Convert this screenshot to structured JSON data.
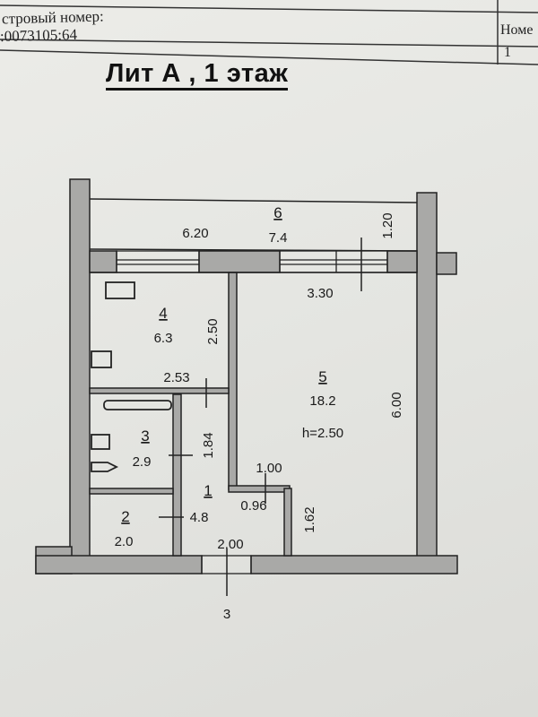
{
  "header": {
    "cadastral_label": "стровый номер:",
    "cadastral_value": ":0073105:64",
    "right_col_label": "Номе",
    "right_col_value": "1"
  },
  "title": "Лит А ,  1 этаж",
  "plan": {
    "rooms": [
      {
        "number": "1",
        "area": "4.8"
      },
      {
        "number": "2",
        "area": "2.0"
      },
      {
        "number": "3",
        "area": "2.9"
      },
      {
        "number": "4",
        "area": "6.3"
      },
      {
        "number": "5",
        "area": "18.2"
      },
      {
        "number": "6",
        "area": "7.4"
      }
    ],
    "ceiling_height": "h=2.50",
    "dimensions": {
      "balcony_length": "6.20",
      "balcony_width": "1.20",
      "room5_width": "3.30",
      "room5_length": "6.00",
      "room4_height": "2.50",
      "room4_width": "2.53",
      "room3_height": "1.84",
      "niche_width": "1.00",
      "niche_depth": "0.96",
      "corridor_height": "1.62",
      "corridor_width": "2.00"
    },
    "entrance_label": "3"
  }
}
